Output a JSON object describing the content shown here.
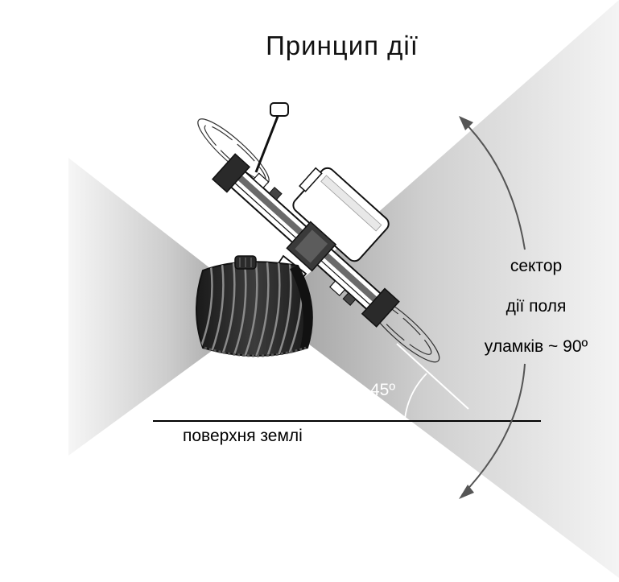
{
  "title": "Принцип дії",
  "ground_label": "поверхня землі",
  "angle_label": "45º",
  "sector_label": {
    "line1": "сектор",
    "line2": "дії поля",
    "line3": "уламків ~ 90º"
  },
  "colors": {
    "background": "#ffffff",
    "sector_shade": "#d9d9d9",
    "drone_body": "#ffffff",
    "drone_outline": "#111111",
    "arrow": "#555555"
  },
  "icons": [
    "fpv-drone-illustration",
    "shaped-charge-warhead-icon"
  ]
}
